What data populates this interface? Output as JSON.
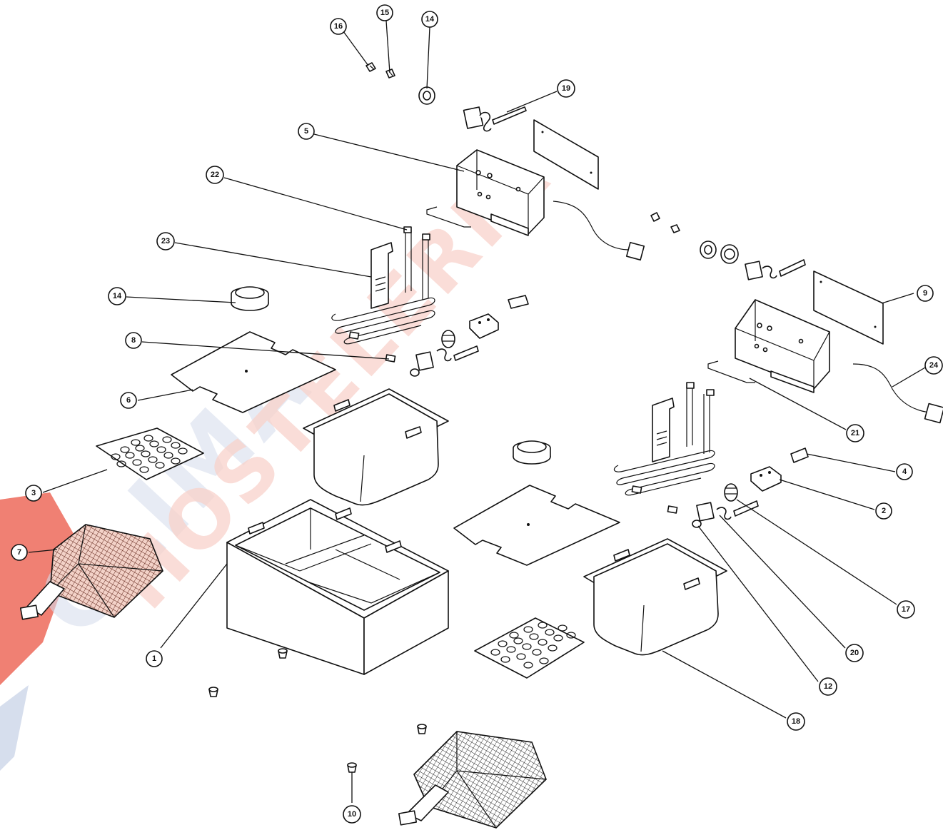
{
  "diagram": {
    "callouts": [
      {
        "label": "16",
        "name": "callout-16"
      },
      {
        "label": "15",
        "name": "callout-15"
      },
      {
        "label": "14",
        "name": "callout-14-top"
      },
      {
        "label": "19",
        "name": "callout-19"
      },
      {
        "label": "5",
        "name": "callout-5"
      },
      {
        "label": "22",
        "name": "callout-22"
      },
      {
        "label": "23",
        "name": "callout-23"
      },
      {
        "label": "14",
        "name": "callout-14"
      },
      {
        "label": "8",
        "name": "callout-8"
      },
      {
        "label": "6",
        "name": "callout-6"
      },
      {
        "label": "3",
        "name": "callout-3"
      },
      {
        "label": "7",
        "name": "callout-7"
      },
      {
        "label": "1",
        "name": "callout-1"
      },
      {
        "label": "9",
        "name": "callout-9"
      },
      {
        "label": "24",
        "name": "callout-24"
      },
      {
        "label": "21",
        "name": "callout-21"
      },
      {
        "label": "4",
        "name": "callout-4"
      },
      {
        "label": "2",
        "name": "callout-2"
      },
      {
        "label": "17",
        "name": "callout-17"
      },
      {
        "label": "20",
        "name": "callout-20"
      },
      {
        "label": "12",
        "name": "callout-12"
      },
      {
        "label": "18",
        "name": "callout-18"
      },
      {
        "label": "10",
        "name": "callout-10"
      }
    ],
    "watermark": {
      "line1": "CLIMA",
      "line2": "HOSTELERIA",
      "colors": {
        "blue": "#cfd8ea",
        "red": "#f7c9c0",
        "accent_red": "#e8442f"
      }
    }
  }
}
